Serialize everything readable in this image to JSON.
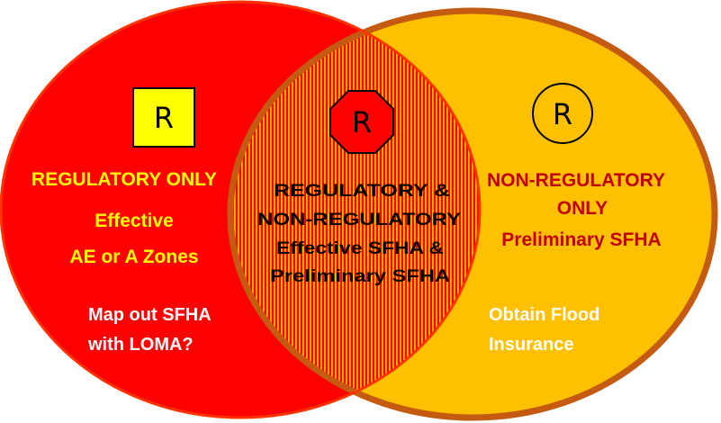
{
  "colors": {
    "regulatory_circle": "#ff0000",
    "non_regulatory_circle": "#ffc000",
    "non_regulatory_outline": "#c55a11",
    "overlap_stripe": "#ffc000",
    "overlap_outline": "#ff3300",
    "yellow_text": "#ffff00",
    "dark_red_text": "#c00000",
    "white_text": "#ffffff",
    "black_text": "#000000",
    "square_badge_fill": "#ffff00",
    "octagon_badge_fill": "#ff0000"
  },
  "badges": {
    "regulatory": "R",
    "overlap": "R",
    "non_regulatory": "R"
  },
  "regulatory_only": {
    "title": "REGULATORY ONLY",
    "line1": "Effective",
    "line2": "AE or A Zones",
    "action_line1": "Map out SFHA",
    "action_line2": "with LOMA?"
  },
  "overlap": {
    "line1": "REGULATORY &",
    "line2": "NON-REGULATORY",
    "line3": "Effective SFHA &",
    "line4": "Preliminary SFHA"
  },
  "non_regulatory_only": {
    "line1": "NON-REGULATORY",
    "line2": "ONLY",
    "line3": "Preliminary SFHA",
    "action_line1": "Obtain Flood",
    "action_line2": "Insurance"
  }
}
